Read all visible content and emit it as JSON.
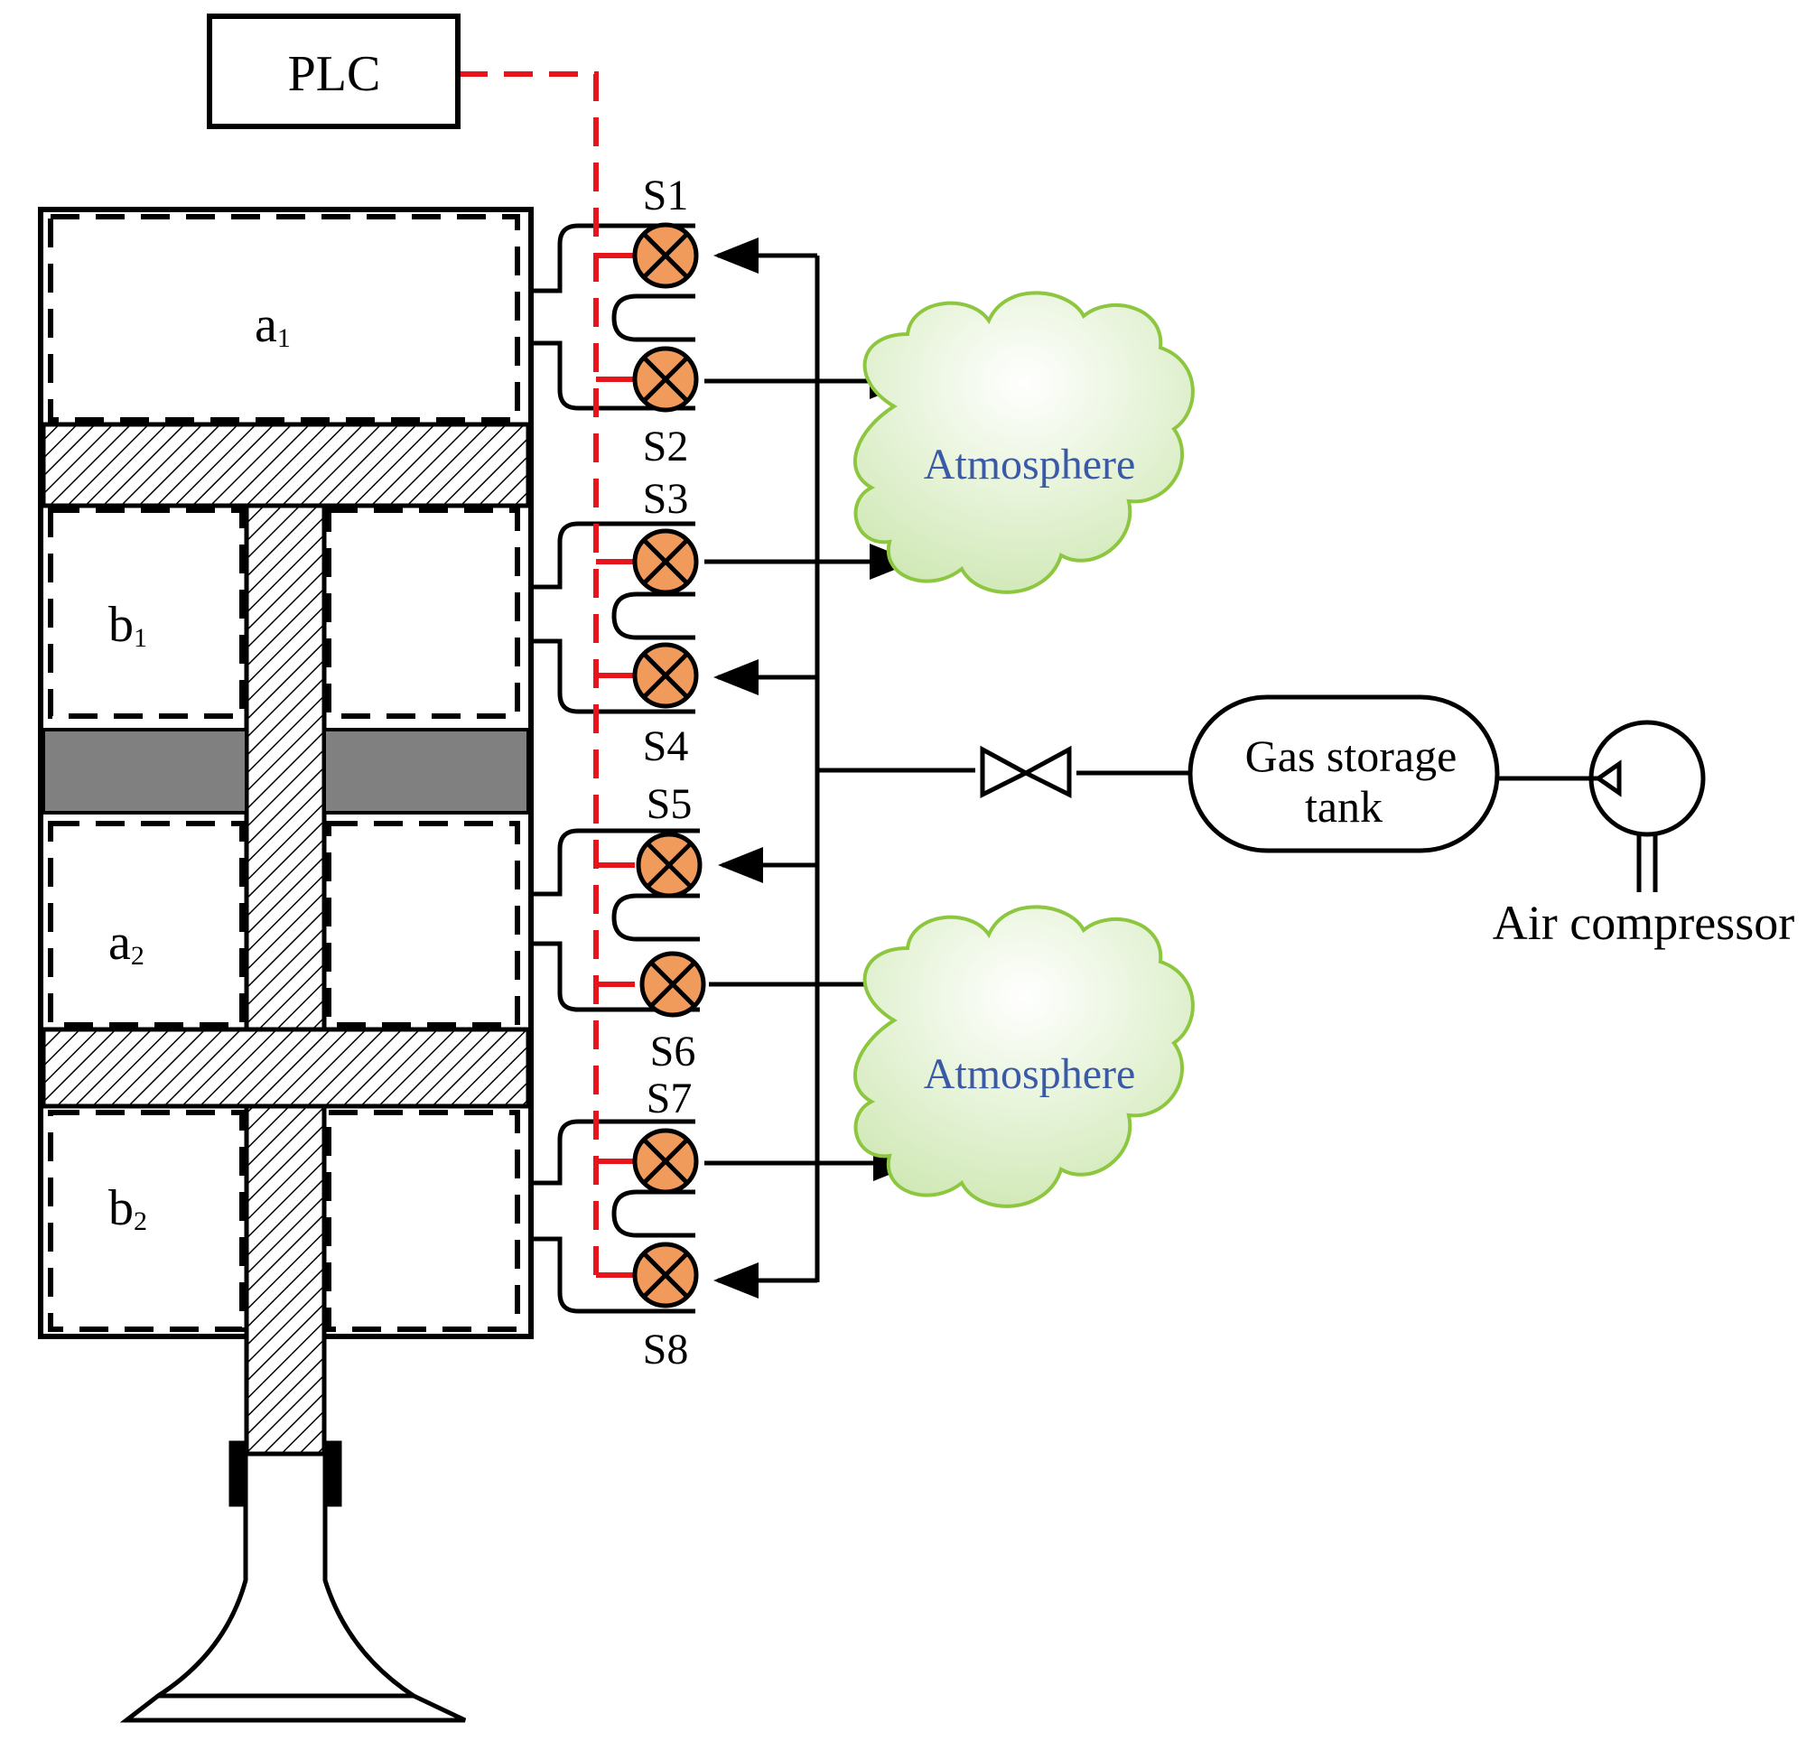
{
  "controller": {
    "label": "PLC"
  },
  "chambers": {
    "a1": {
      "letter": "a",
      "sub": "1"
    },
    "b1": {
      "letter": "b",
      "sub": "1"
    },
    "a2": {
      "letter": "a",
      "sub": "2"
    },
    "b2": {
      "letter": "b",
      "sub": "2"
    }
  },
  "valves": [
    "S1",
    "S2",
    "S3",
    "S4",
    "S5",
    "S6",
    "S7",
    "S8"
  ],
  "atmosphere": [
    "Atmosphere",
    "Atmosphere"
  ],
  "tank": {
    "line1": "Gas storage",
    "line2": "tank"
  },
  "compressor": {
    "label": "Air compressor"
  },
  "colors": {
    "control_line": "#e8141b",
    "valve_fill": "#f09a5b",
    "cloud_stroke": "#8dc63f",
    "atmosphere_text": "#3a5aa8",
    "piston_band": "#808080"
  }
}
